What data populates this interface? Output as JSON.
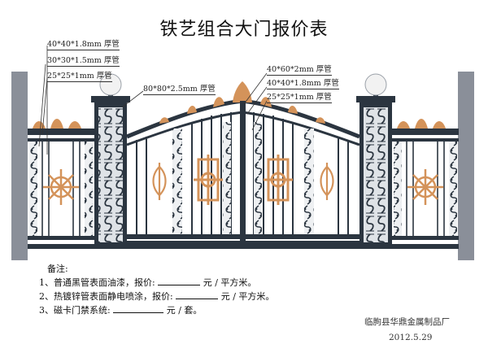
{
  "title": "铁艺组合大门报价表",
  "specs_left": {
    "s1": "40*40*1.8mm 厚管",
    "s2": "30*30*1.5mm 厚管",
    "s3": "25*25*1mm 厚管"
  },
  "spec_center": "80*80*2.5mm 厚管",
  "specs_right": {
    "s1": "40*60*2mm 厚管",
    "s2": "40*40*1.8mm 厚管",
    "s3": "25*25*1mm 厚管"
  },
  "notes": {
    "heading": "备注:",
    "line1_prefix": "1、普通黑管表面油漆，报价:",
    "line1_suffix": "元 / 平方米。",
    "line2_prefix": "2、热镀锌管表面静电喷涂，报价:",
    "line2_suffix": "元 / 平方米。",
    "line3_prefix": "3、磁卡门禁系统:",
    "line3_suffix": "元 / 套。"
  },
  "company": "临朐县华鼎金属制品厂",
  "date": "2012.5.29",
  "colors": {
    "iron": "#2b3540",
    "gold": "#d4935a",
    "wall": "#8a8f99",
    "lamp": "#f2f2f2"
  }
}
